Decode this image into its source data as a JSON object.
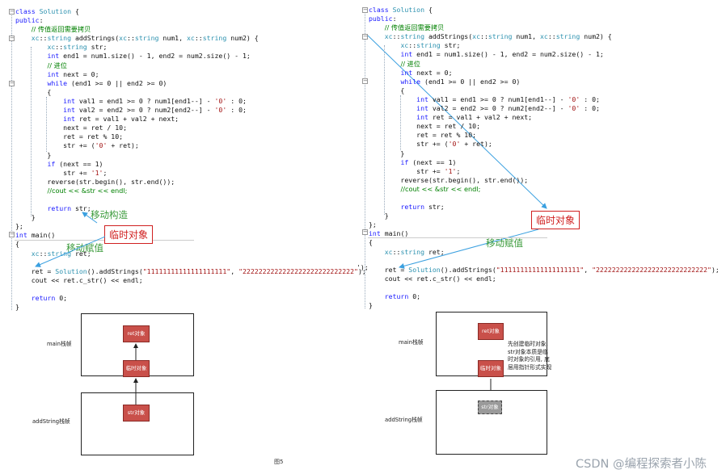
{
  "left": {
    "code": [
      "class Solution {",
      "public:",
      "    // 传值返回需要拷贝",
      "    xc::string addStrings(xc::string num1, xc::string num2) {",
      "        xc::string str;",
      "        int end1 = num1.size() - 1, end2 = num2.size() - 1;",
      "        // 进位",
      "        int next = 0;",
      "        while (end1 >= 0 || end2 >= 0)",
      "        {",
      "            int val1 = end1 >= 0 ? num1[end1--] - '0' : 0;",
      "            int val2 = end2 >= 0 ? num2[end2--] - '0' : 0;",
      "            int ret = val1 + val2 + next;",
      "            next = ret / 10;",
      "            ret = ret % 10;",
      "            str += ('0' + ret);",
      "        }",
      "        if (next == 1)",
      "            str += '1';",
      "        reverse(str.begin(), str.end());",
      "        //cout << &str << endl;",
      "",
      "        return str;",
      "    }",
      "};",
      "int main()",
      "{",
      "    xc::string ret;",
      "",
      "    ret = Solution().addStrings(\"11111111111111111111\", \"2222222222222222222222222222\");",
      "    cout << ret.c_str() << endl;",
      "",
      "    return 0;",
      "}"
    ],
    "label_move_construct": "移动构造",
    "label_temp_object": "临时对象",
    "label_move_assign": "移动赋值",
    "diagram": {
      "main_frame_label": "main栈帧",
      "addstring_frame_label": "addString栈帧",
      "ret_box": "ret对象",
      "temp_box": "临时对象",
      "str_box": "str对象"
    }
  },
  "right": {
    "code": [
      "class Solution {",
      "public:",
      "    // 传值返回需要拷贝",
      "    xc::string addStrings(xc::string num1, xc::string num2) {",
      "        xc::string str;",
      "        int end1 = num1.size() - 1, end2 = num2.size() - 1;",
      "        // 进位",
      "        int next = 0;",
      "        while (end1 >= 0 || end2 >= 0)",
      "        {",
      "            int val1 = end1 >= 0 ? num1[end1--] - '0' : 0;",
      "            int val2 = end2 >= 0 ? num2[end2--] - '0' : 0;",
      "            int ret = val1 + val2 + next;",
      "            next = ret / 10;",
      "            ret = ret % 10;",
      "            str += ('0' + ret);",
      "        }",
      "        if (next == 1)",
      "            str += '1';",
      "        reverse(str.begin(), str.end());",
      "        //cout << &str << endl;",
      "",
      "        return str;",
      "    }",
      "};",
      "int main()",
      "{",
      "    xc::string ret;",
      "",
      "    ret = Solution().addStrings(\"11111111111111111111\", \"2222222222222222222222222222\");",
      "    cout << ret.c_str() << endl;",
      "",
      "    return 0;",
      "}"
    ],
    "label_temp_object": "临时对象",
    "label_move_assign": "移动赋值",
    "stray_text": "');",
    "diagram": {
      "main_frame_label": "main栈帧",
      "addstring_frame_label": "addString栈帧",
      "ret_box": "ret对象",
      "temp_box": "临时对象",
      "str_box": "str对象",
      "note": "先创建临时对象,\nstr对象本质是临\n时对象的引用, 底\n层用指针形式实现"
    }
  },
  "caption": "图5",
  "watermark": "CSDN @编程探索者小陈",
  "colors": {
    "keyword": "#1a1aff",
    "type": "#2b91af",
    "comment": "#008000",
    "string": "#a31515",
    "annotation_green": "#3a9a3a",
    "annotation_red": "#d02020",
    "object_box": "#c9504a",
    "arrow_blue": "#3aa0e0"
  }
}
